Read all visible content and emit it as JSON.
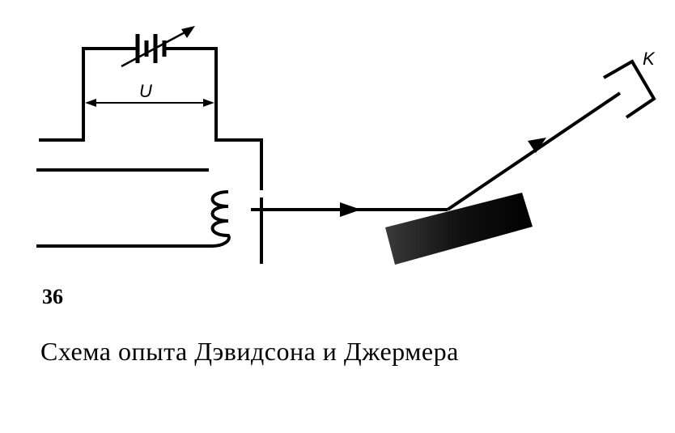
{
  "figure": {
    "number": "36",
    "caption": "Схема опыта Дэвидсона и Джермера"
  },
  "labels": {
    "voltage": "U",
    "collector": "K"
  }
}
